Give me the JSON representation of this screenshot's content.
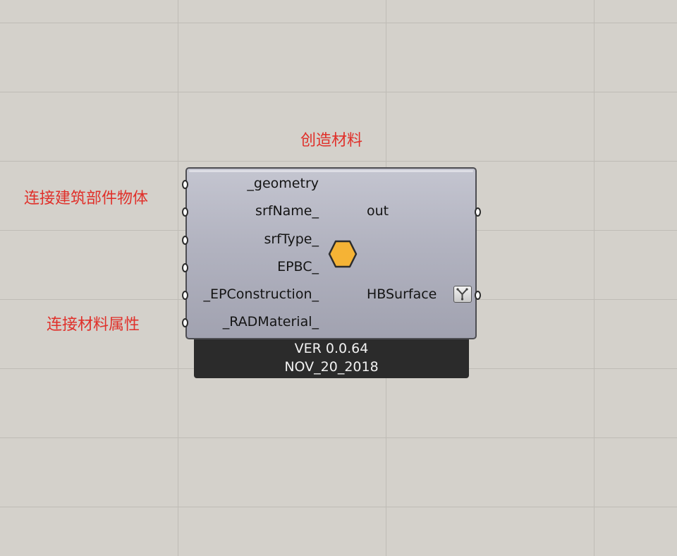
{
  "annotations": {
    "title": "创造材料",
    "geometry_note": "连接建筑部件物体",
    "material_note": "连接材料属性"
  },
  "component": {
    "inputs": [
      "_geometry",
      "srfName_",
      "srfType_",
      "EPBC_",
      "_EPConstruction_",
      "_RADMaterial_"
    ],
    "outputs": [
      "out",
      "HBSurface"
    ],
    "icon": "hexagon-icon",
    "icon_color": "#f5b335",
    "output_modifier_icon": "flatten-icon"
  },
  "footer": {
    "version": "VER 0.0.64",
    "date": "NOV_20_2018"
  }
}
